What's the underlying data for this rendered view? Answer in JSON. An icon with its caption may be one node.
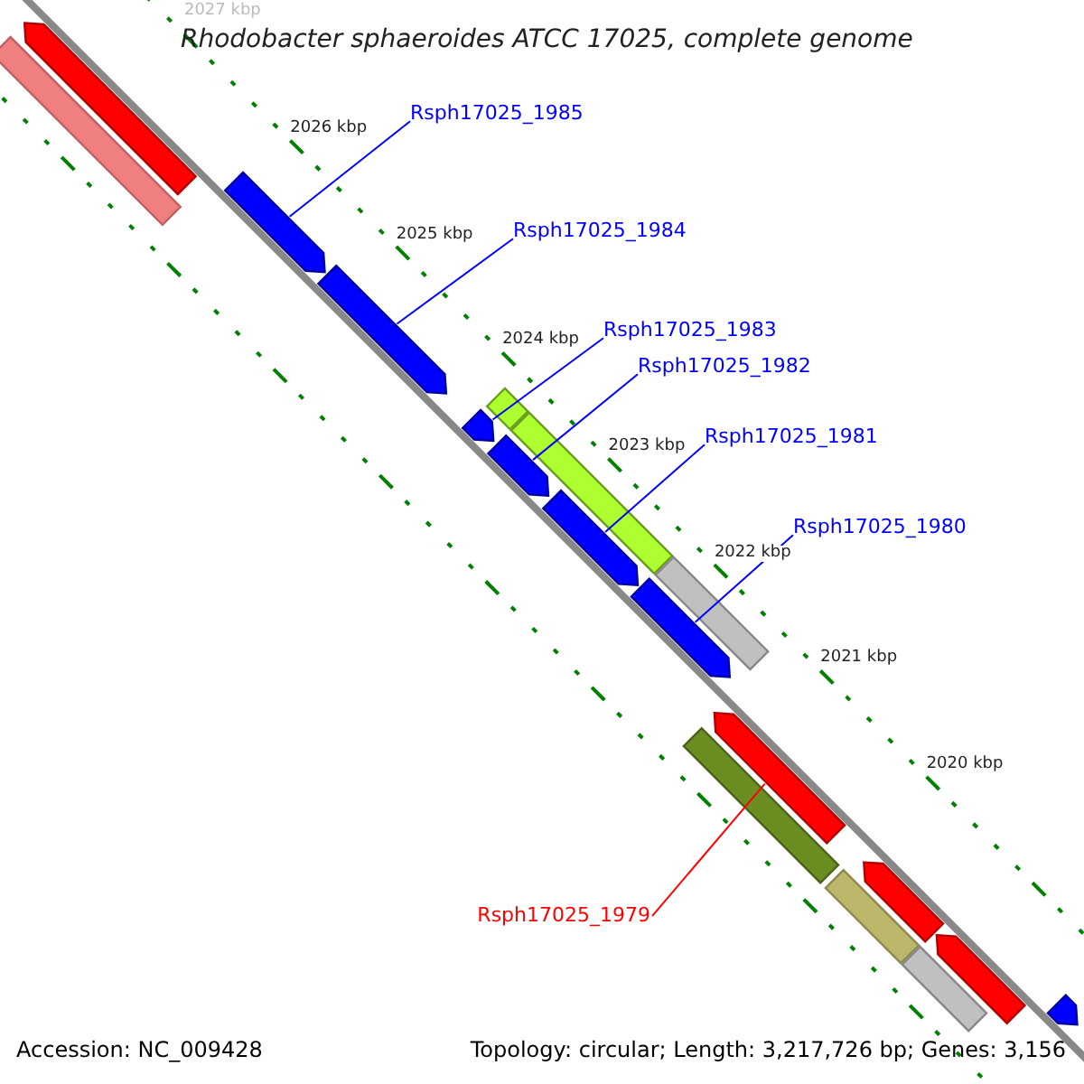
{
  "diagram": {
    "title": "Rhodobacter sphaeroides ATCC 17025, complete genome",
    "nodes": [
      {
        "text": [],
        "shape": "arrow"
      },
      {
        "text": [],
        "shape": "bar"
      },
      {
        "text": [],
        "shape": "arrow"
      },
      {
        "text": [],
        "shape": "arrow"
      },
      {
        "text": [],
        "shape": "arrow"
      },
      {
        "text": [],
        "shape": "bar"
      },
      {
        "text": [],
        "shape": "arrow"
      },
      {
        "text": [],
        "shape": "bar"
      },
      {
        "text": [],
        "shape": "arrow"
      },
      {
        "text": [],
        "shape": "arrow"
      },
      {
        "text": [],
        "shape": "bar"
      },
      {
        "text": [],
        "shape": "arrow"
      },
      {
        "text": [],
        "shape": "bar"
      },
      {
        "text": [],
        "shape": "bar"
      },
      {
        "text": [],
        "shape": "arrow"
      },
      {
        "text": [],
        "shape": "bar"
      },
      {
        "text": [],
        "shape": "arrow"
      },
      {
        "text": [],
        "shape": "arrow"
      },
      {
        "text": [
          "Rsph17025_1985"
        ]
      },
      {
        "text": [
          "Rsph17025_1984"
        ]
      },
      {
        "text": [
          "Rsph17025_1983"
        ]
      },
      {
        "text": [
          "Rsph17025_1982"
        ]
      },
      {
        "text": [
          "Rsph17025_1981"
        ]
      },
      {
        "text": [
          "Rsph17025_1980"
        ]
      },
      {
        "text": [
          "Rsph17025_1979"
        ]
      }
    ],
    "edges": [
      {
        "from": 18,
        "to": 2,
        "arrow": "none"
      },
      {
        "from": 19,
        "to": 3,
        "arrow": "none"
      },
      {
        "from": 20,
        "to": 4,
        "arrow": "none"
      },
      {
        "from": 21,
        "to": 6,
        "arrow": "none"
      },
      {
        "from": 22,
        "to": 8,
        "arrow": "none"
      },
      {
        "from": 23,
        "to": 9,
        "arrow": "none"
      },
      {
        "from": 24,
        "to": 11,
        "arrow": "none",
        "color": "#ff0000"
      }
    ],
    "labels": [
      "2027 kbp",
      "2026 kbp",
      "2025 kbp",
      "2024 kbp",
      "2023 kbp",
      "2022 kbp",
      "2021 kbp",
      "2020 kbp",
      "Accession: NC_009428",
      "Topology: circular; Length: 3,217,726 bp; Genes: 3,156"
    ]
  }
}
